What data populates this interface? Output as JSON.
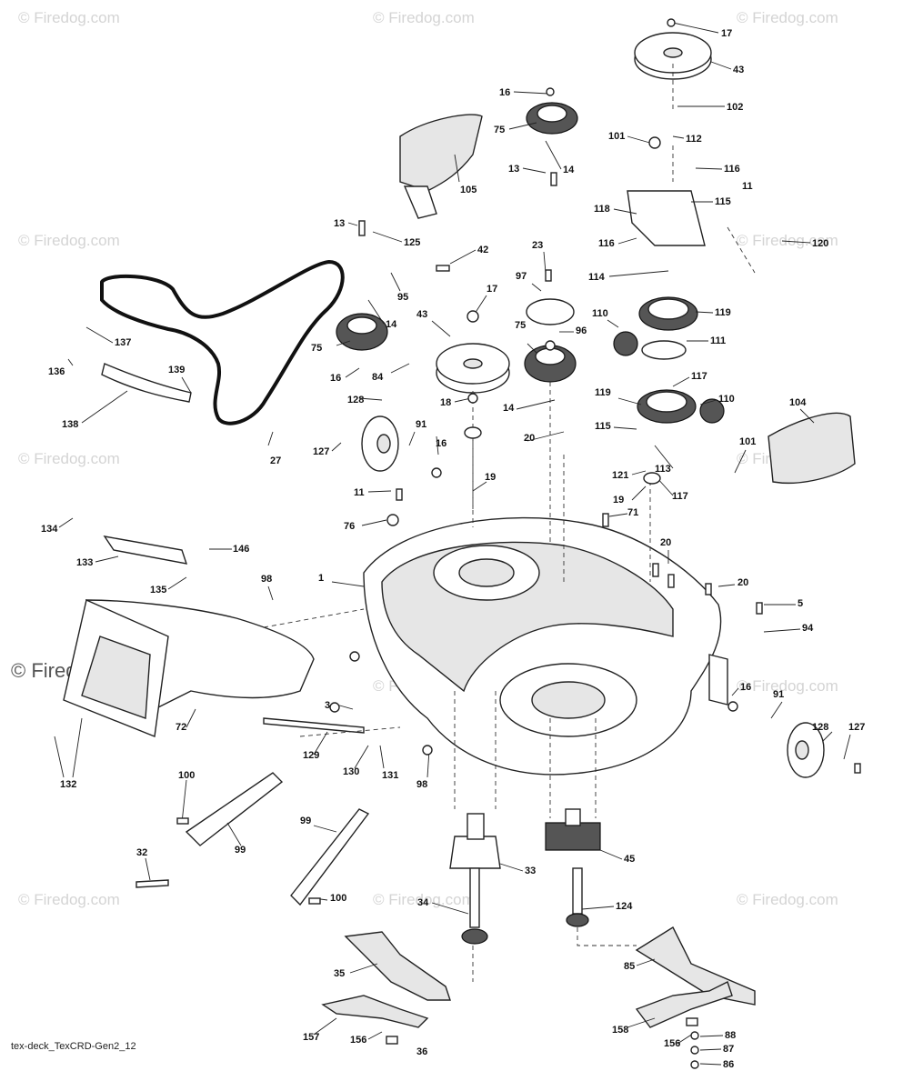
{
  "diagram": {
    "footer_code": "tex-deck_TexCRD-Gen2_12",
    "watermark": "© Firedog.com",
    "watermark_large": "© Firedog.com",
    "callouts": [
      "17",
      "43",
      "16",
      "75",
      "102",
      "101",
      "112",
      "105",
      "13",
      "14",
      "116",
      "11",
      "118",
      "115",
      "13",
      "125",
      "116",
      "120",
      "42",
      "23",
      "114",
      "97",
      "17",
      "95",
      "119",
      "43",
      "96",
      "137",
      "14",
      "110",
      "75",
      "111",
      "75",
      "136",
      "139",
      "16",
      "117",
      "84",
      "18",
      "119",
      "110",
      "104",
      "138",
      "14",
      "128",
      "27",
      "91",
      "20",
      "115",
      "127",
      "16",
      "101",
      "113",
      "19",
      "121",
      "117",
      "11",
      "19",
      "71",
      "134",
      "76",
      "146",
      "133",
      "20",
      "135",
      "98",
      "1",
      "20",
      "5",
      "94",
      "16",
      "91",
      "128",
      "3",
      "127",
      "72",
      "129",
      "131",
      "130",
      "98",
      "132",
      "100",
      "99",
      "99",
      "45",
      "32",
      "33",
      "100",
      "34",
      "124",
      "85",
      "35",
      "157",
      "156",
      "36",
      "158",
      "156",
      "88",
      "87",
      "86"
    ]
  }
}
